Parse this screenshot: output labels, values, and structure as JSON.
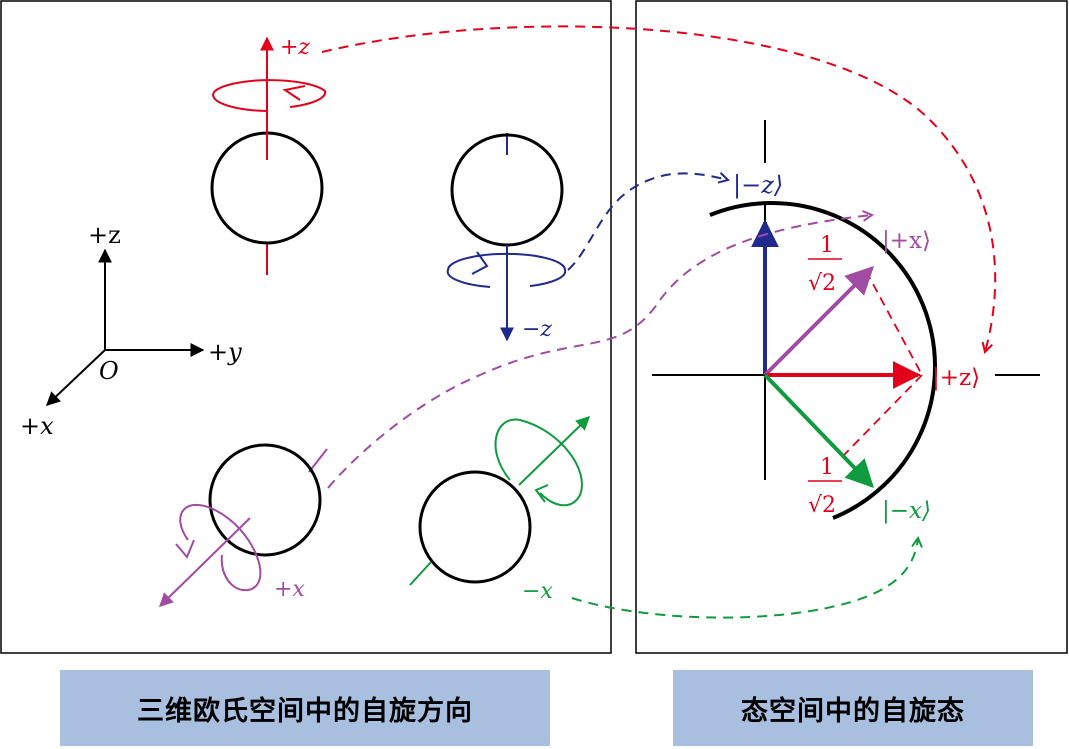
{
  "colors": {
    "red": "#e3001b",
    "blue": "#1f2a8c",
    "purple": "#a24ba3",
    "green": "#0f9b3e",
    "black": "#000000",
    "caption_bg": "#a8bfdf"
  },
  "left_panel": {
    "axes": {
      "z": "+z",
      "y": "+y",
      "x": "+x",
      "origin": "O"
    },
    "spin_labels": {
      "plus_z": "+z",
      "minus_z": "−z",
      "plus_x": "+x",
      "minus_x": "−x"
    },
    "caption": "三维欧氏空间中的自旋方向"
  },
  "right_panel": {
    "kets": {
      "minus_z": "|−z⟩",
      "plus_x": "|+x⟩",
      "plus_z": "|+z⟩",
      "minus_x": "|−x⟩"
    },
    "coef_numerator": "1",
    "coef_denominator": "√2",
    "caption": "态空间中的自旋态"
  }
}
